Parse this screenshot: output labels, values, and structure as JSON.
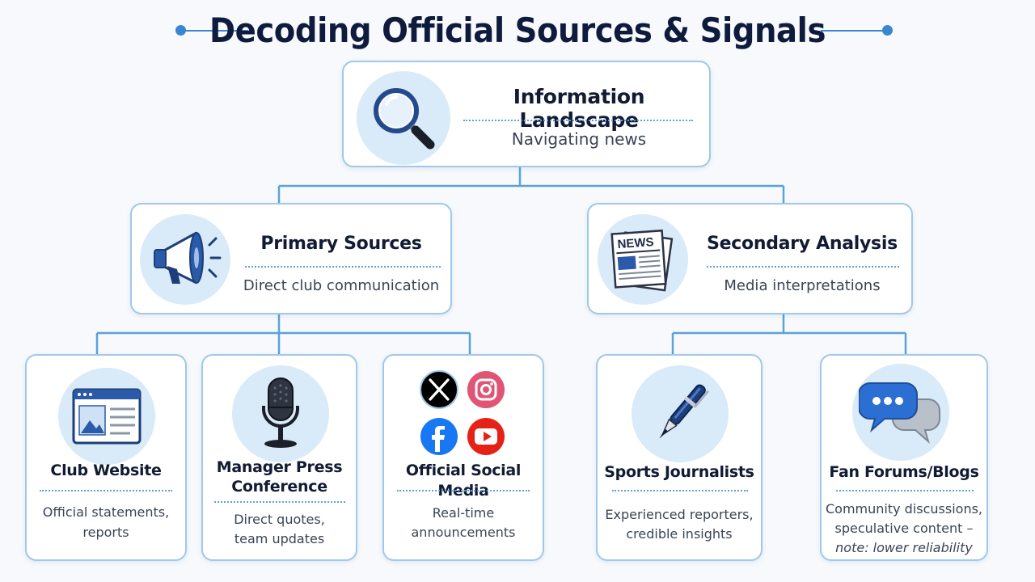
{
  "title": "Decoding Official Sources & Signals",
  "root": {
    "heading": "Information Landscape",
    "subtitle": "Navigating news",
    "icon": "magnifying-glass-icon"
  },
  "primary": {
    "heading": "Primary Sources",
    "subtitle": "Direct club communication",
    "icon": "megaphone-icon"
  },
  "secondary": {
    "heading": "Secondary Analysis",
    "subtitle": "Media interpretations",
    "icon": "newspaper-icon",
    "icon_text": "NEWS"
  },
  "leaves": [
    {
      "heading": "Club Website",
      "lines": [
        "Official statements,",
        "reports"
      ],
      "icon": "browser-window-icon"
    },
    {
      "heading_lines": [
        "Manager Press",
        "Conference"
      ],
      "lines": [
        "Direct quotes,",
        "team updates"
      ],
      "icon": "microphone-icon"
    },
    {
      "heading": "Official Social Media",
      "lines": [
        "Real-time",
        "announcements"
      ],
      "icon": "social-media-icons"
    },
    {
      "heading": "Sports Journalists",
      "lines": [
        "Experienced reporters,",
        "credible insights"
      ],
      "icon": "pen-icon"
    },
    {
      "heading": "Fan Forums/Blogs",
      "lines": [
        "Community discussions,",
        "speculative content –"
      ],
      "note": "note: lower reliability",
      "icon": "chat-bubbles-icon"
    }
  ],
  "colors": {
    "accent": "#3a86d1",
    "border": "#9fc8ea",
    "icon_bg": "#d9eaf8",
    "title": "#0f1b3d",
    "x_brand": "#000000",
    "facebook_brand": "#1877f2",
    "youtube_brand": "#e62117",
    "instagram_brand": "#d62976"
  }
}
